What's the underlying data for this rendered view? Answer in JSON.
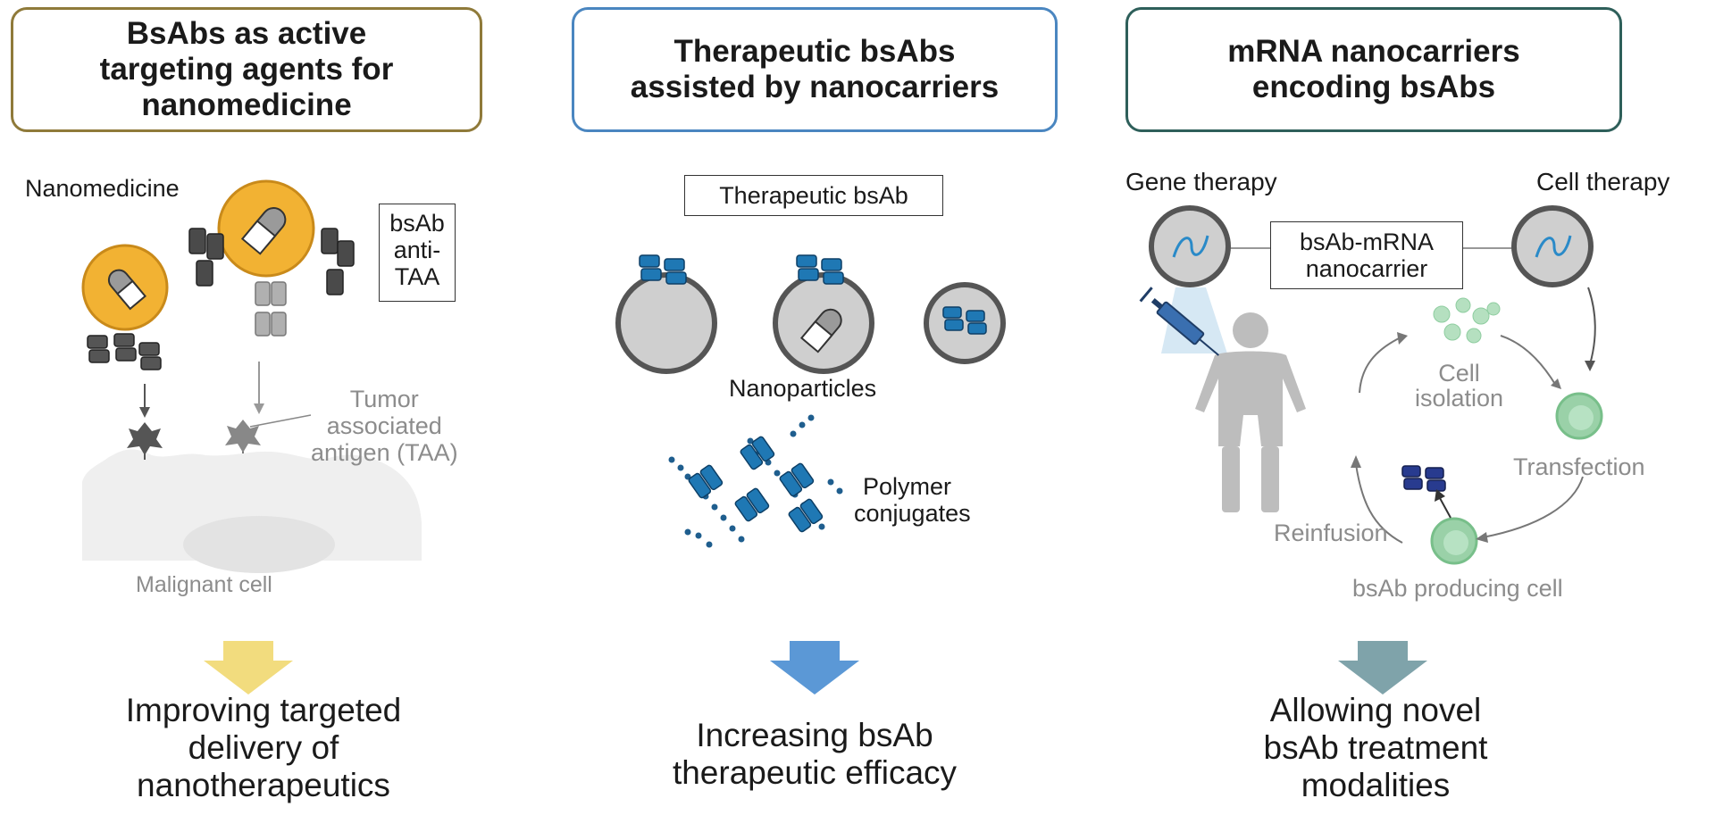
{
  "panel1": {
    "header": [
      "BsAbs as active",
      "targeting agents for",
      "nanomedicine"
    ],
    "nanomedicine_label": "Nanomedicine",
    "bsab_label": [
      "bsAb",
      "anti-",
      "TAA"
    ],
    "tumor_label": [
      "Tumor",
      "associated",
      "antigen (TAA)"
    ],
    "cell_label": "Malignant cell",
    "outcome": [
      "Improving targeted",
      "delivery of",
      "nanotherapeutics"
    ]
  },
  "panel2": {
    "header": [
      "Therapeutic bsAbs",
      "assisted by nanocarriers"
    ],
    "therapeutic_label": "Therapeutic bsAb",
    "nanoparticles_label": "Nanoparticles",
    "polymer_label": [
      "Polymer",
      "conjugates"
    ],
    "outcome": [
      "Increasing bsAb",
      "therapeutic efficacy"
    ]
  },
  "panel3": {
    "header": [
      "mRNA nanocarriers",
      "encoding bsAbs"
    ],
    "gene_therapy_label": "Gene therapy",
    "cell_therapy_label": "Cell therapy",
    "mrna_label": [
      "bsAb-mRNA",
      "nanocarrier"
    ],
    "cell_isolation_label": [
      "Cell",
      "isolation"
    ],
    "transfection_label": "Transfection",
    "reinfusion_label": "Reinfusion",
    "producing_cell_label": "bsAb producing cell",
    "outcome": [
      "Allowing novel",
      "bsAb treatment",
      "modalities"
    ]
  },
  "colors": {
    "gold": "#8f7a3a",
    "blue_border": "#4a86c0",
    "teal_border": "#2e5f5a",
    "arrow_yellow": "#f2dc7e",
    "arrow_blue": "#5b98d6",
    "arrow_teal": "#7fa3aa",
    "antibody_blue": "#1f78b4",
    "nanoparticle_orange": "#f2b233",
    "cell_green": "#9ad1a8"
  }
}
